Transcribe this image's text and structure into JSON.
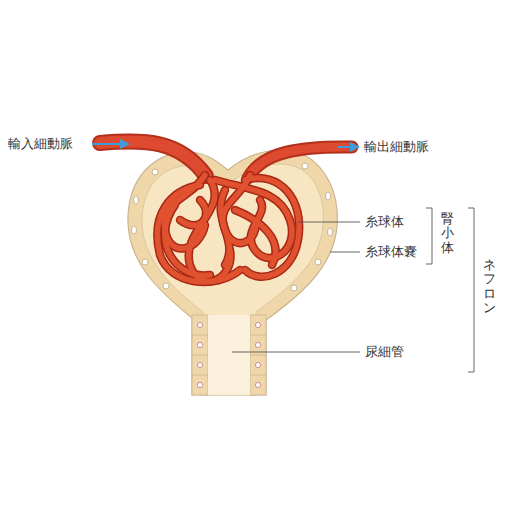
{
  "diagram": {
    "labels": [
      "輸入細動脈",
      "輸出細動脈",
      "糸球体",
      "糸球体嚢",
      "腎小体",
      "ネフロン",
      "尿細管"
    ]
  }
}
